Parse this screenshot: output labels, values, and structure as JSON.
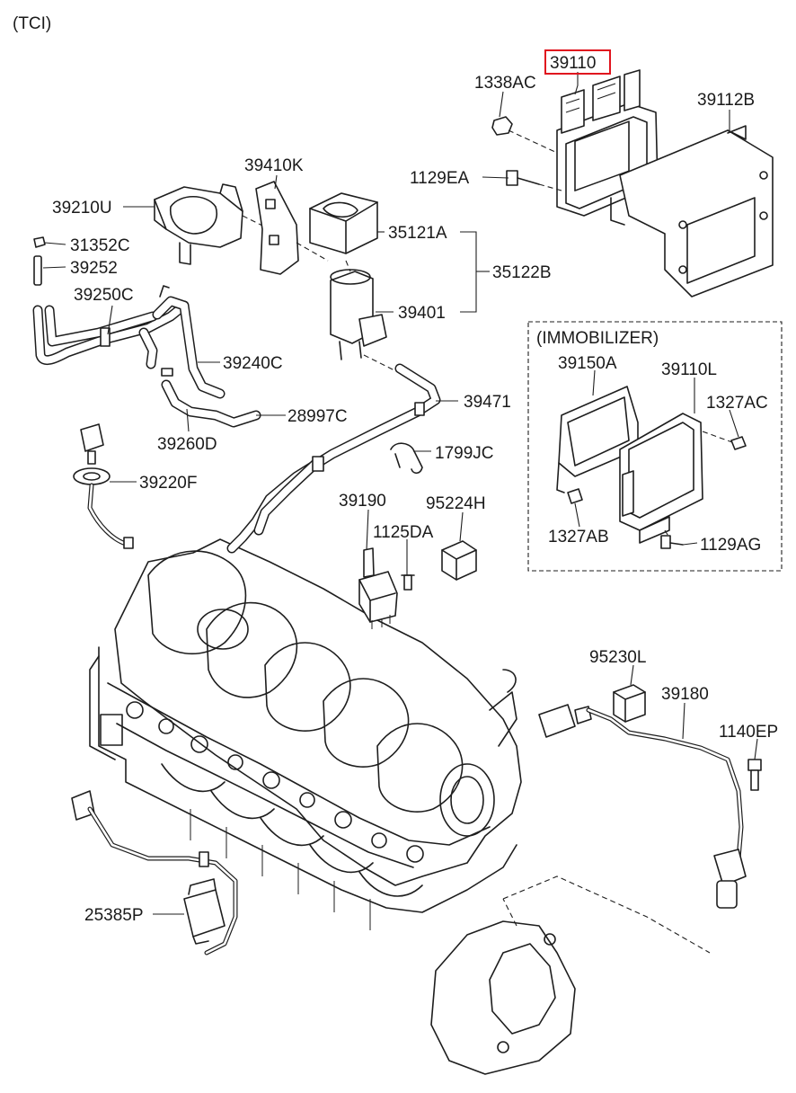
{
  "variant_label": "(TCI)",
  "highlight_color": "#e0141e",
  "immobilizer_group": {
    "title": "(IMMOBILIZER)",
    "parts": [
      "39150A",
      "39110L",
      "1327AC",
      "1327AB",
      "1129AG"
    ]
  },
  "parts": {
    "ecm": "39110",
    "ecm_nut": "1338AC",
    "ecm_bracket": "39112B",
    "ecm_bolt": "1129EA",
    "bracket_39410k": "39410K",
    "valve_39210u": "39210U",
    "clamp_31352c": "31352C",
    "pipe_39252": "39252",
    "hose_39250c": "39250C",
    "cover_35121a": "35121A",
    "group_35122b": "35122B",
    "valve_39401": "39401",
    "hose_39240c": "39240C",
    "clamp_28997c": "28997C",
    "hose_39260d": "39260D",
    "hose_39471": "39471",
    "clip_1799jc": "1799JC",
    "sensor_39220f": "39220F",
    "relay_39190": "39190",
    "relay_95224h": "95224H",
    "bolt_1125da": "1125DA",
    "relay_95230l": "95230L",
    "sensor_39180": "39180",
    "bolt_1140ep": "1140EP",
    "sensor_25385p": "25385P",
    "imm_bracket": "39150A",
    "imm_ecm": "39110L",
    "imm_nut_a": "1327AC",
    "imm_nut_b": "1327AB",
    "imm_bolt": "1129AG"
  }
}
